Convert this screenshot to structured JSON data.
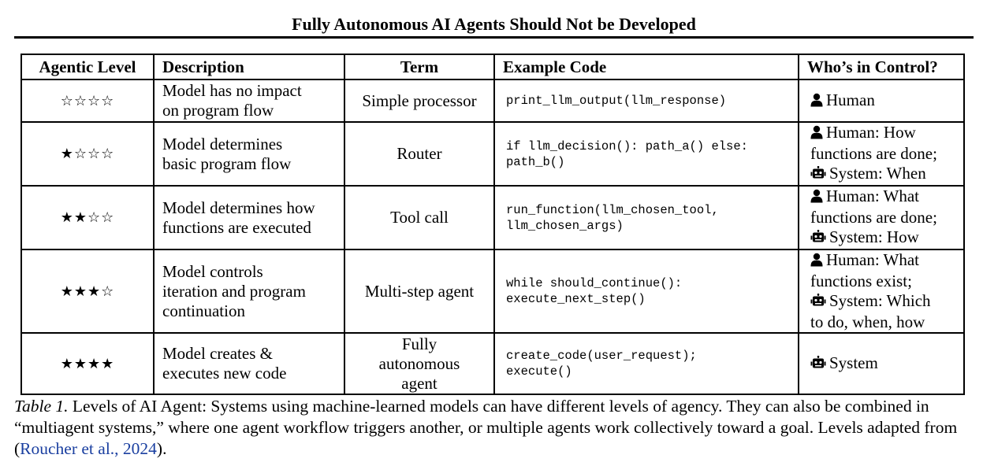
{
  "header": {
    "title": "Fully Autonomous AI Agents Should Not be Developed"
  },
  "table": {
    "columns": [
      "Agentic Level",
      "Description",
      "Term",
      "Example Code",
      "Who’s in Control?"
    ],
    "rows": [
      {
        "stars": "☆☆☆☆",
        "description": [
          "Model has no impact",
          "on program flow"
        ],
        "term": [
          "Simple processor"
        ],
        "code": [
          "print_llm_output(llm_response)"
        ],
        "control": [
          {
            "icon": "person-icon",
            "text": "Human"
          }
        ]
      },
      {
        "stars": "★☆☆☆",
        "description": [
          "Model determines",
          "basic program flow"
        ],
        "term": [
          "Router"
        ],
        "code": [
          "if llm_decision():  path_a() else:",
          "path_b()"
        ],
        "control": [
          {
            "icon": "person-icon",
            "text": "Human: How"
          },
          {
            "icon": "",
            "text": "functions are done;"
          },
          {
            "icon": "robot-icon",
            "text": "System: When"
          }
        ]
      },
      {
        "stars": "★★☆☆",
        "description": [
          "Model determines how",
          "functions are executed"
        ],
        "term": [
          "Tool call"
        ],
        "code": [
          "run_function(llm_chosen_tool,",
          "llm_chosen_args)"
        ],
        "control": [
          {
            "icon": "person-icon",
            "text": "Human: What"
          },
          {
            "icon": "",
            "text": "functions are done;"
          },
          {
            "icon": "robot-icon",
            "text": "System: How"
          }
        ]
      },
      {
        "stars": "★★★☆",
        "description": [
          "Model controls",
          "iteration and program",
          "continuation"
        ],
        "term": [
          "Multi-step agent"
        ],
        "code": [
          "while should_continue():",
          "execute_next_step()"
        ],
        "control": [
          {
            "icon": "person-icon",
            "text": "Human: What"
          },
          {
            "icon": "",
            "text": "functions exist;"
          },
          {
            "icon": "robot-icon",
            "text": "System: Which"
          },
          {
            "icon": "",
            "text": "to do, when, how"
          }
        ]
      },
      {
        "stars": "★★★★",
        "description": [
          "Model creates &",
          "executes new code"
        ],
        "term": [
          "Fully",
          "autonomous",
          "agent"
        ],
        "code": [
          "create_code(user_request);",
          "execute()"
        ],
        "control": [
          {
            "icon": "robot-icon",
            "text": "System"
          }
        ]
      }
    ]
  },
  "caption": {
    "label": "Table 1.",
    "text": " Levels of AI Agent: Systems using machine-learned models can have different levels of agency. They can also be combined in “multiagent systems,” where one agent workflow triggers another, or multiple agents work collectively toward a goal. Levels adapted from (",
    "citation": "Roucher et al., 2024",
    "end": ")."
  }
}
